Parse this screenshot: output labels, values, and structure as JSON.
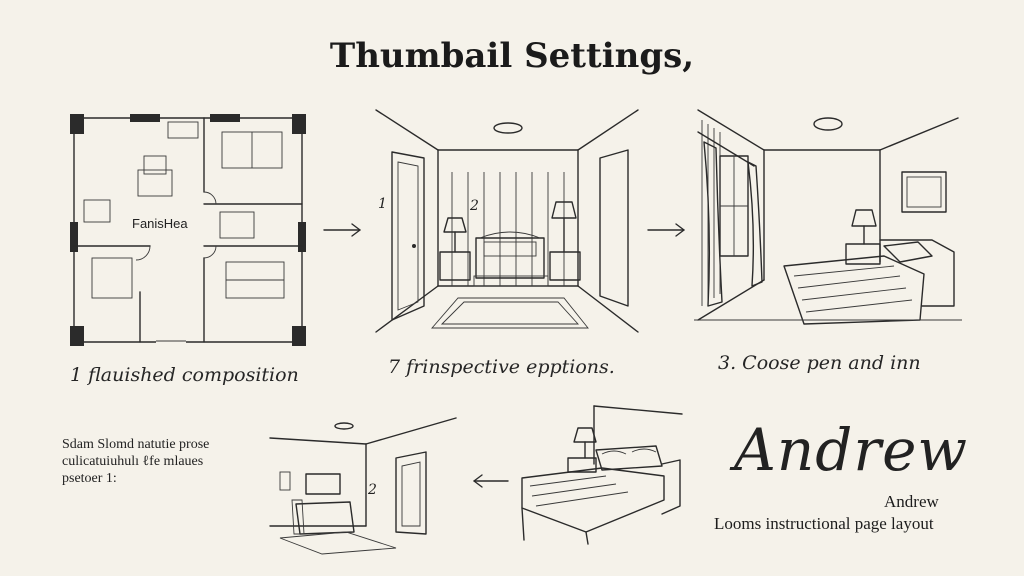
{
  "title": "Thumbail Settings,",
  "panels": [
    {
      "caption": "1 flauished composition",
      "label": "FanisHea"
    },
    {
      "caption": "7 frinspective epptions.",
      "marker_a": "1",
      "marker_b": "2"
    },
    {
      "caption": "3. Coose pen and inn"
    },
    {
      "marker": "2"
    }
  ],
  "note": {
    "line1": "Sdam Slomd natutie prose",
    "line2": "culicatuiuhulı ℓfe mlaues",
    "line3": "psetoer 1:"
  },
  "signature": {
    "script": "Andrew",
    "name": "Andrew",
    "subtitle": "Looms instructional page layout"
  },
  "icons": [
    "arrow-right-icon",
    "arrow-right-icon",
    "arrow-left-icon"
  ]
}
